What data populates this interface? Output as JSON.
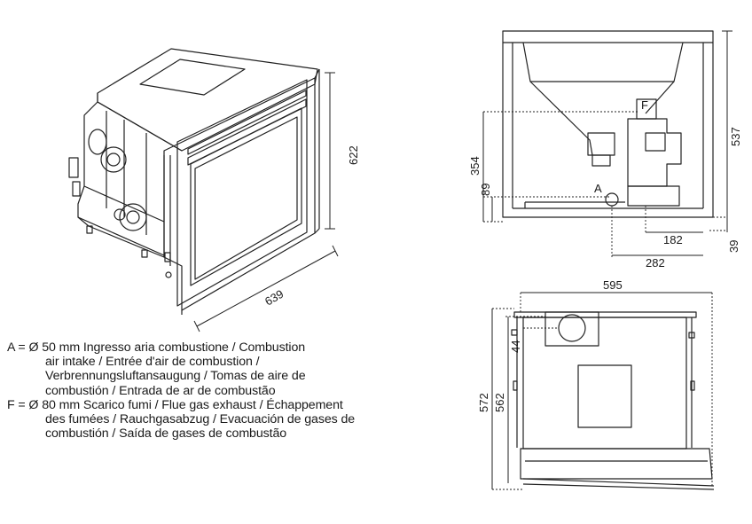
{
  "labels": {
    "point_a": "A",
    "point_f": "F"
  },
  "dimensions": {
    "iso_height": "622",
    "iso_width": "639",
    "side_height": "537",
    "side_f_height": "354",
    "side_a_height": "89",
    "side_a_offset": "182",
    "side_f_offset": "282",
    "side_base": "39",
    "top_width": "595",
    "top_depth_outer": "572",
    "top_depth_inner": "562",
    "top_a_offset": "44"
  },
  "legend": {
    "a_line1": "A = Ø 50 mm  Ingresso aria combustione / Combustion",
    "a_line2": "air intake / Entrée d'air de combustion /",
    "a_line3": "Verbrennungsluftansaugung / Tomas de aire de",
    "a_line4": "combustión / Entrada de ar de combustão",
    "f_line1": "F = Ø 80 mm  Scarico fumi / Flue gas exhaust / Échappement",
    "f_line2": "des fumées / Rauchgasabzug / Evacuación de gases de",
    "f_line3": "combustión / Saída de gases de combustão"
  }
}
